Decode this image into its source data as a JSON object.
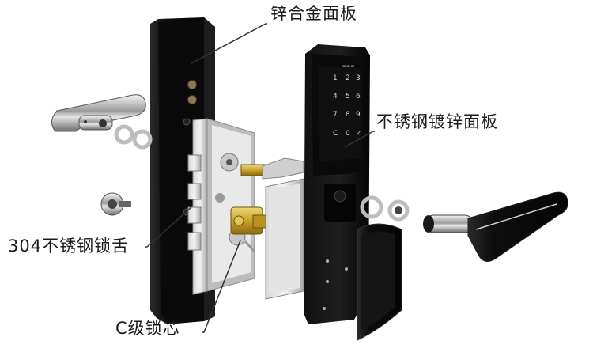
{
  "callouts": {
    "zinc_panel": "锌合金面板",
    "steel_panel": "不锈钢镀锌面板",
    "latch": "304不锈钢锁舌",
    "cylinder": "C级锁芯"
  },
  "keypad": {
    "keys": [
      "1",
      "2",
      "3",
      "4",
      "5",
      "6",
      "7",
      "8",
      "9",
      "C",
      "0",
      "✓"
    ]
  },
  "colors": {
    "background": "#ffffff",
    "panel_black": "#0c0c0c",
    "chrome": "#c9c9c9",
    "brass": "#c9a227",
    "line": "#333333"
  }
}
